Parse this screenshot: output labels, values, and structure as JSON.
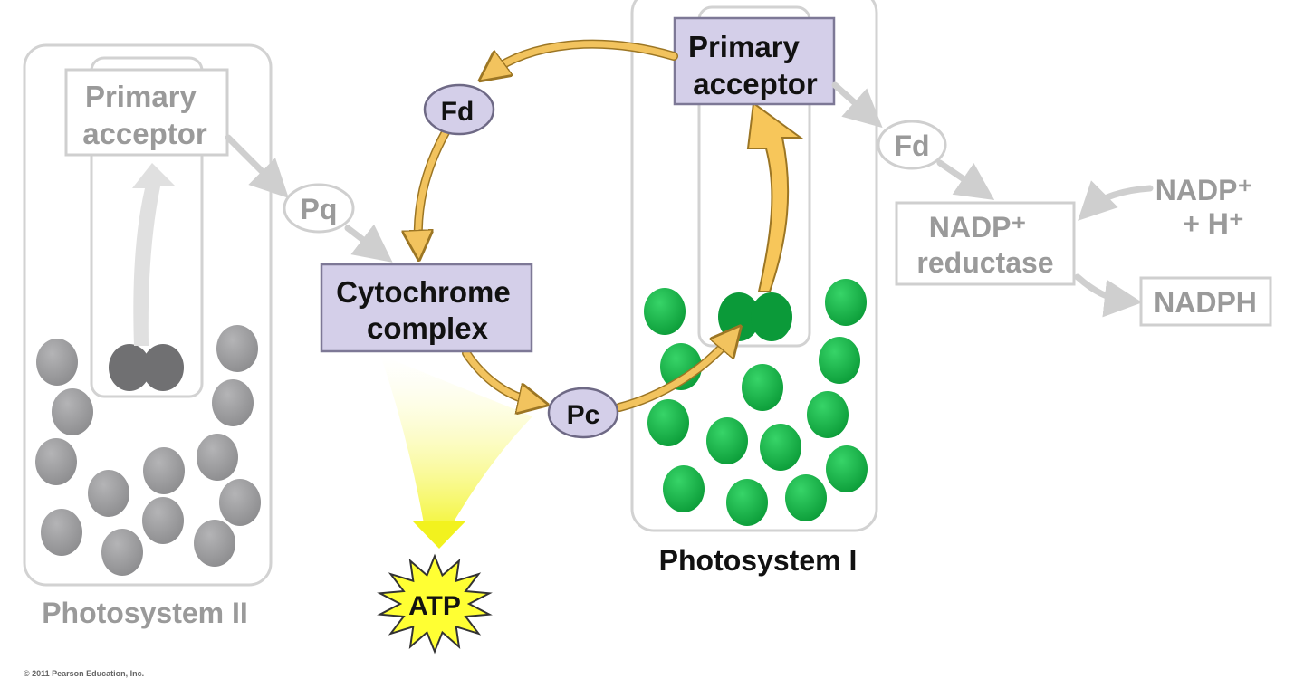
{
  "photosystem_ii": {
    "label": "Photosystem II",
    "primary_acceptor": [
      "Primary",
      "acceptor"
    ]
  },
  "carriers": {
    "pq": "Pq",
    "fd_cycle": "Fd",
    "pc": "Pc",
    "fd_right": "Fd"
  },
  "cytochrome_complex": [
    "Cytochrome",
    "complex"
  ],
  "atp": "ATP",
  "photosystem_i": {
    "label": "Photosystem I",
    "primary_acceptor": [
      "Primary",
      "acceptor"
    ]
  },
  "nadp_reductase": [
    "NADP⁺",
    "reductase"
  ],
  "nadp_input": [
    "NADP⁺",
    "+ H⁺"
  ],
  "nadph": "NADPH",
  "copyright": "© 2011 Pearson Education, Inc.",
  "colors": {
    "faded_gray": "#cfcfcf",
    "active_lavender": "#d4cfe9",
    "cycle_gold": "#f2c35e",
    "atp_yellow": "#ffff33",
    "ps1_green": "#14b446",
    "ps2_gray": "#9d9d9f"
  }
}
